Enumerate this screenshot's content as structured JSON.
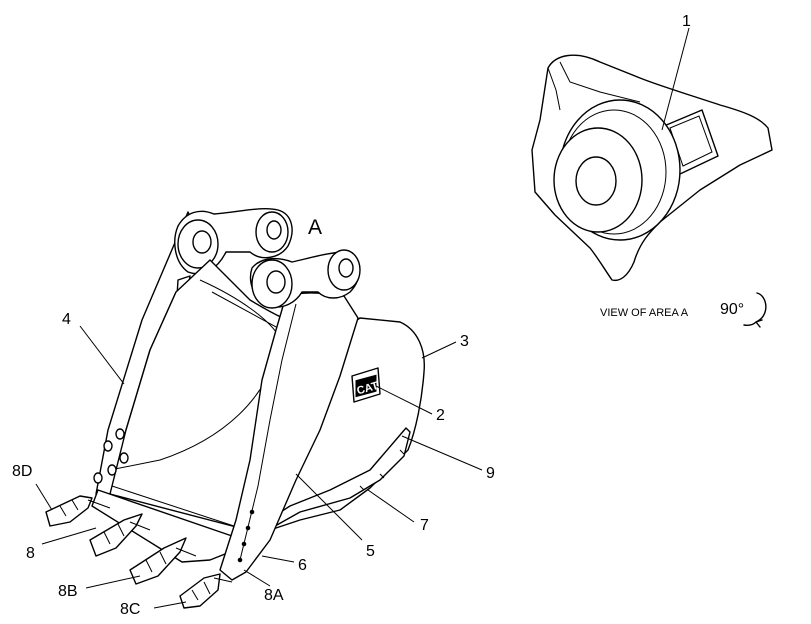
{
  "figure": {
    "view_letter": "A",
    "view_caption": "VIEW OF AREA A",
    "rotation_text": "90°",
    "logo_text": "CAT"
  },
  "callouts": {
    "c1": "1",
    "c2": "2",
    "c3": "3",
    "c4": "4",
    "c5": "5",
    "c6": "6",
    "c7": "7",
    "c8": "8",
    "c9": "9",
    "c8a": "8A",
    "c8b": "8B",
    "c8c": "8C",
    "c8d": "8D"
  },
  "icons": {
    "rotation": "rotate-arrow-icon"
  }
}
